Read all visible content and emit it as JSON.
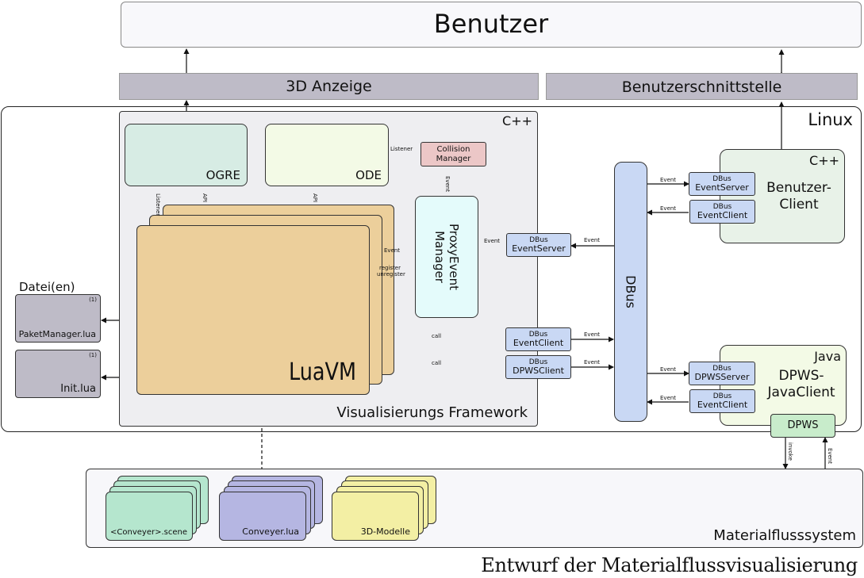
{
  "title": "Entwurf der Materialflussvisualisierung",
  "user": {
    "label": "Benutzer"
  },
  "display3d": {
    "label": "3D Anzeige"
  },
  "ui": {
    "label": "Benutzerschnittstelle"
  },
  "linux": {
    "label": "Linux"
  },
  "framework": {
    "label": "Visualisierungs Framework",
    "lang": "C++"
  },
  "ogre": {
    "label": "OGRE"
  },
  "ode": {
    "label": "ODE"
  },
  "collision": {
    "line1": "Collision",
    "line2": "Manager"
  },
  "proxy": {
    "line1": "ProxyEvent",
    "line2": "Manager"
  },
  "luavm": {
    "label": "LuaVM"
  },
  "files": {
    "header": "Datei(en)",
    "paket": {
      "name": "PaketManager.lua",
      "note": "(1)"
    },
    "init": {
      "name": "Init.lua",
      "note": "(1)"
    }
  },
  "dbus_bus": {
    "label": "DBus"
  },
  "fw_event_server": {
    "top": "DBus",
    "bottom": "EventServer"
  },
  "fw_event_client": {
    "top": "DBus",
    "bottom": "EventClient"
  },
  "fw_dpws_client": {
    "top": "DBus",
    "bottom": "DPWSClient"
  },
  "benutzer_client": {
    "lang": "C++",
    "line1": "Benutzer-",
    "line2": "Client",
    "server": {
      "top": "DBus",
      "bottom": "EventServer"
    },
    "client": {
      "top": "DBus",
      "bottom": "EventClient"
    }
  },
  "java_client": {
    "lang": "Java",
    "line1": "DPWS-",
    "line2": "JavaClient",
    "server": {
      "top": "DBus",
      "bottom": "DPWSServer"
    },
    "client": {
      "top": "DBus",
      "bottom": "EventClient"
    },
    "dpws": "DPWS"
  },
  "material": {
    "label": "Materialflusssystem",
    "scene": "<Conveyer>.scene",
    "lua": "Conveyer.lua",
    "models": "3D-Modelle"
  },
  "edge_labels": {
    "listener": "Listener",
    "listener_v": "Listener",
    "api": "API",
    "event": "Event",
    "register": "register",
    "unregister": "unregister",
    "call": "call",
    "invoke": "invoke"
  }
}
